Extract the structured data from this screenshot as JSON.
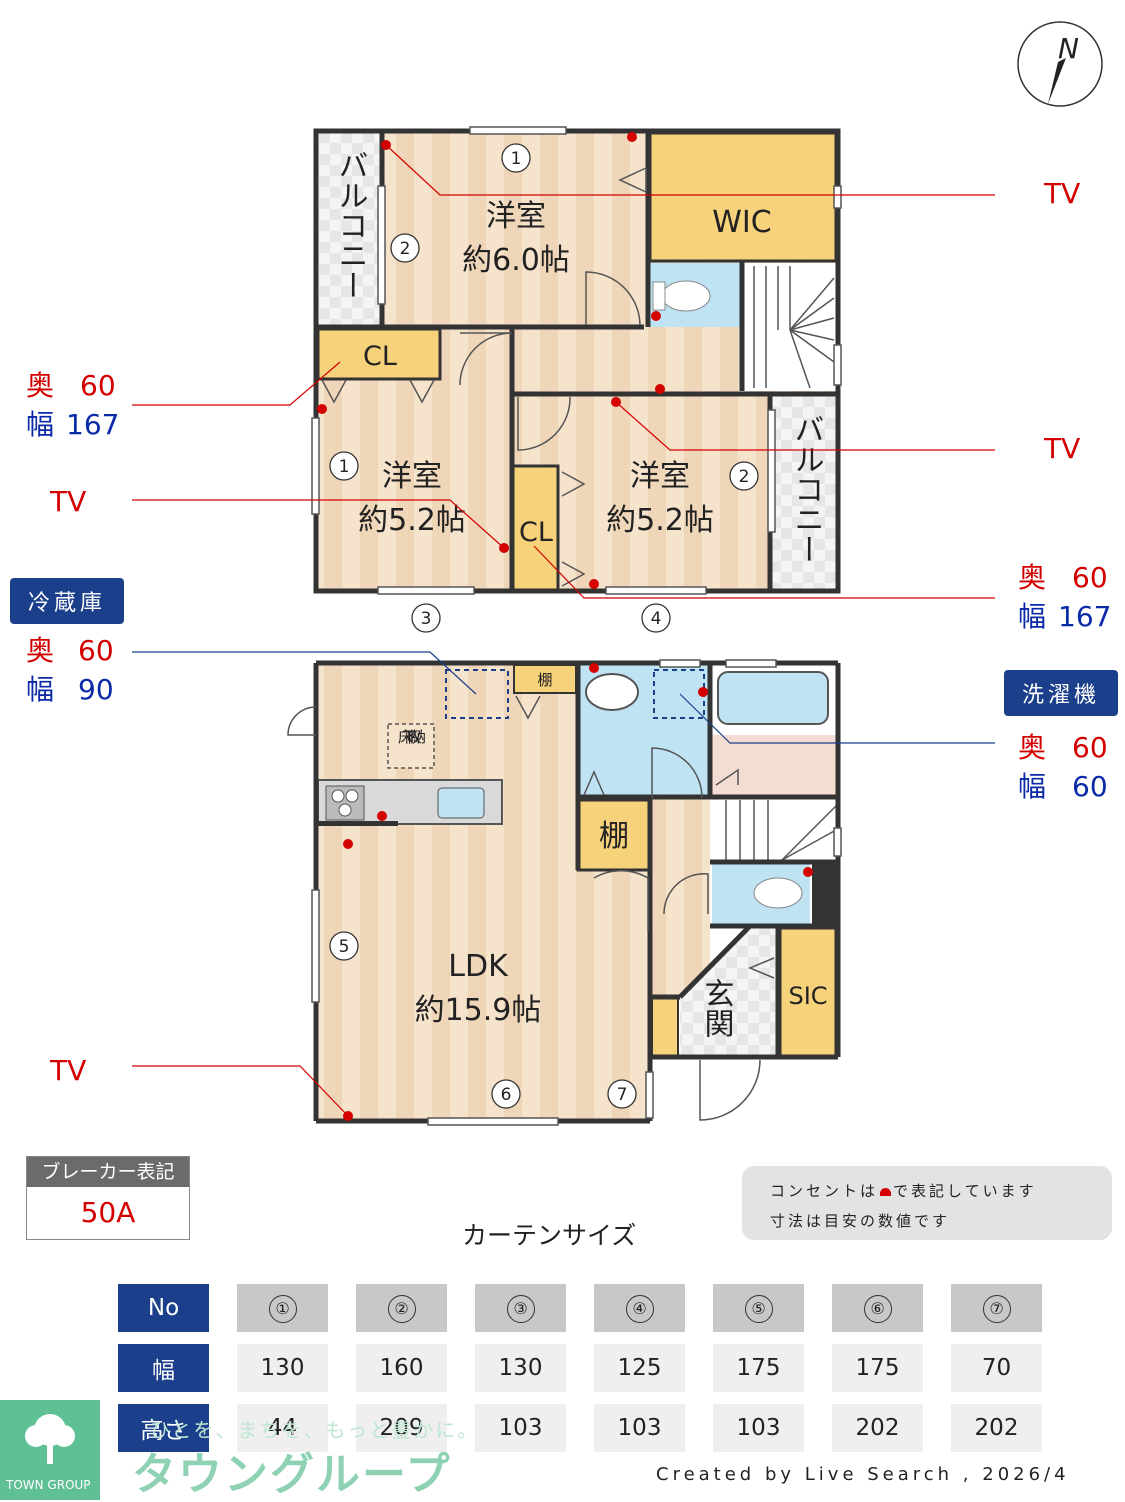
{
  "compass": {
    "label": "N"
  },
  "floor2": {
    "rooms": [
      {
        "name": "洋室",
        "size": "約6.0帖"
      },
      {
        "name": "洋室",
        "size": "約5.2帖"
      },
      {
        "name": "洋室",
        "size": "約5.2帖"
      }
    ],
    "wic": "WIC",
    "cl": "CL",
    "balcony": "バルコニー"
  },
  "floor1": {
    "ldk_name": "LDK",
    "ldk_size": "約15.9帖",
    "underfloor_storage": "床下収納",
    "shelf": "棚",
    "entrance": "玄関",
    "sic": "SIC"
  },
  "window_numbers": [
    "①",
    "②",
    "③",
    "④",
    "⑤",
    "⑥",
    "⑦"
  ],
  "callouts": {
    "tv": "TV",
    "depth_label": "奥",
    "width_label": "幅",
    "cl_left": {
      "depth": "60",
      "width": "167"
    },
    "cl_right": {
      "depth": "60",
      "width": "167"
    },
    "fridge": {
      "title": "冷蔵庫",
      "depth": "60",
      "width": "90"
    },
    "washer": {
      "title": "洗濯機",
      "depth": "60",
      "width": "60"
    }
  },
  "breaker": {
    "label": "ブレーカー表記",
    "value": "50A"
  },
  "notes": {
    "outlet_pre": "コンセントは",
    "outlet_post": "で表記しています",
    "dims": "寸法は目安の数値です"
  },
  "curtain": {
    "title": "カーテンサイズ",
    "row_labels": [
      "No",
      "幅",
      "高さ"
    ],
    "columns": [
      {
        "no": "①",
        "width": "130",
        "height": "44"
      },
      {
        "no": "②",
        "width": "160",
        "height": "209"
      },
      {
        "no": "③",
        "width": "130",
        "height": "103"
      },
      {
        "no": "④",
        "width": "125",
        "height": "103"
      },
      {
        "no": "⑤",
        "width": "175",
        "height": "103"
      },
      {
        "no": "⑥",
        "width": "175",
        "height": "202"
      },
      {
        "no": "⑦",
        "width": "70",
        "height": "202"
      }
    ]
  },
  "footer": {
    "logo": "TOWN GROUP",
    "slogan": "ひとを、まちを、もっと豊かに。",
    "brand": "タウングループ",
    "credit": "Created by Live Search , 2026/4"
  },
  "colors": {
    "wall": "#333333",
    "floor": "#f3ddc4",
    "storage": "#f6d27a",
    "wet": "#bfe3f3",
    "accent_red": "#d40000",
    "accent_blue": "#1b3f8b"
  }
}
